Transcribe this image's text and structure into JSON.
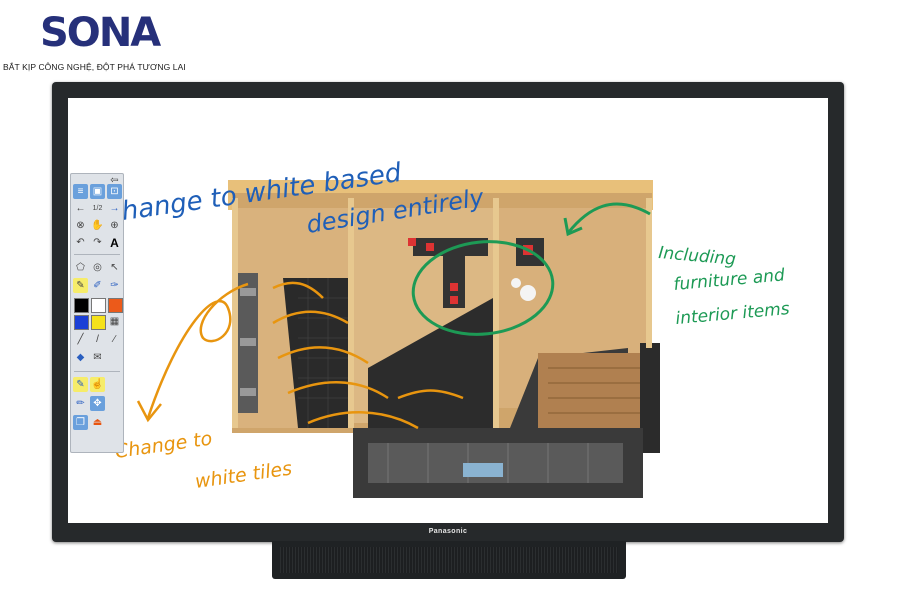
{
  "brand_logo": {
    "text": "SONA"
  },
  "tagline": "BẮT KỊP CÔNG NGHỆ, ĐỘT PHÁ TƯƠNG LAI",
  "display_brand": "Panasonic",
  "annotations": {
    "main_line1": "hange to white based",
    "main_line2": "design entirely",
    "right_line1": "Including",
    "right_line2": "furniture and",
    "right_line3": "interior items",
    "left_line1": "Change to",
    "left_line2": "white tiles"
  },
  "toolbar": {
    "page_indicator": "1/2",
    "text_tool": "A"
  },
  "colors": {
    "annotation_blue": "#1f5fb8",
    "annotation_green": "#1d9a55",
    "annotation_orange": "#e8950f",
    "logo_navy": "#26307a",
    "logo_red": "#d32f2f",
    "tv_frame": "#26292b"
  },
  "icons": [
    "arrow-left-icon",
    "arrow-right-icon",
    "undo-icon",
    "redo-icon",
    "zoom-icon",
    "select-arrow-icon",
    "pen-icon",
    "eraser-icon",
    "shape-icon",
    "line-icon",
    "move-icon",
    "grid-icon"
  ]
}
